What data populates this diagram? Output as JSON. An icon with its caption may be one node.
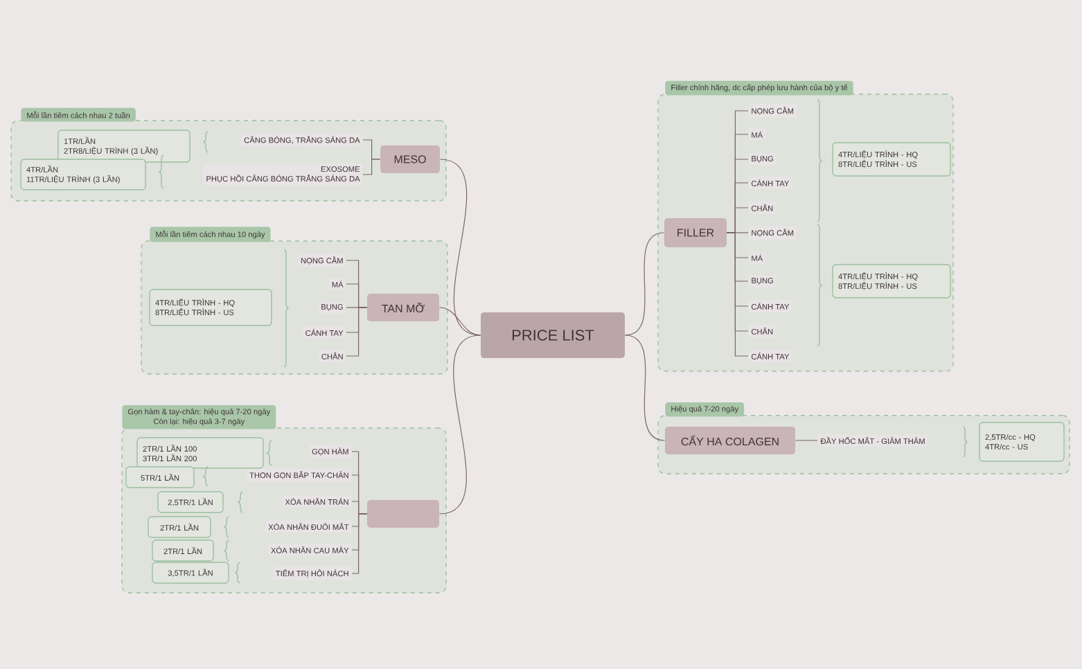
{
  "diagram": {
    "nodes": [
      {
        "text": [
          "PRICE LIST"
        ]
      },
      {
        "text": [
          "Mỗi lần tiêm cách nhau 2 tuần"
        ]
      },
      {
        "text": [
          "MESO"
        ],
        "in": 1
      },
      {
        "text": [
          "CĂNG BÓNG, TRẮNG SÁNG DA"
        ],
        "in": 1
      },
      {
        "text": [
          "EXOSOME",
          "PHỤC HỒI CĂNG BÓNG TRẮNG SÁNG DA"
        ],
        "in": 1
      },
      {
        "text": [
          "1TR/LẦN",
          "2TR8/LIỆU TRÌNH (3 LẦN)"
        ],
        "in": 1
      },
      {
        "text": [
          "4TR/LẦN",
          "11TR/LIỆU TRÌNH (3 LẦN)"
        ],
        "in": 1
      },
      {
        "text": [
          "Mỗi lần tiêm cách nhau 10 ngày"
        ]
      },
      {
        "text": [
          "TAN MỠ"
        ],
        "in": 7
      },
      {
        "text": [
          "NỌNG CẰM"
        ],
        "in": 7
      },
      {
        "text": [
          "MÁ"
        ],
        "in": 7
      },
      {
        "text": [
          "BỤNG"
        ],
        "in": 7
      },
      {
        "text": [
          "CÁNH TAY"
        ],
        "in": 7
      },
      {
        "text": [
          "CHÂN"
        ],
        "in": 7
      },
      {
        "text": [
          "4TR/LIỆU TRÌNH - HQ",
          "8TR/LIỆU TRÌNH - US"
        ],
        "in": 7
      },
      {
        "text": [
          "Gọn hàm & tay-chân: hiệu quả 7-20 ngày",
          "Còn lại: hiệu quả 3-7 ngày"
        ]
      },
      {
        "text": [],
        "shape": "box",
        "in": 15
      },
      {
        "text": [
          "GỌN HÀM"
        ],
        "in": 15
      },
      {
        "text": [
          "THON GỌN BẮP TAY-CHÂN"
        ],
        "in": 15
      },
      {
        "text": [
          "XÓA NHĂN TRÁN"
        ],
        "in": 15
      },
      {
        "text": [
          "XÓA NHĂN ĐUÔI MẮT"
        ],
        "in": 15
      },
      {
        "text": [
          "XÓA NHĂN CAU MÀY"
        ],
        "in": 15
      },
      {
        "text": [
          "TIÊM TRỊ HÔI NÁCH"
        ],
        "in": 15
      },
      {
        "text": [
          "2TR/1 LẦN 100",
          "3TR/1 LẦN 200"
        ],
        "in": 15
      },
      {
        "text": [
          "5TR/1 LẦN"
        ],
        "in": 15
      },
      {
        "text": [
          "2,5TR/1 LẦN"
        ],
        "in": 15
      },
      {
        "text": [
          "2TR/1 LẦN"
        ],
        "in": 15
      },
      {
        "text": [
          "2TR/1 LẦN"
        ],
        "in": 15
      },
      {
        "text": [
          "3,5TR/1 LẦN"
        ],
        "in": 15
      },
      {
        "text": [
          "Filler chính hãng, dc cấp phép lưu hành của bộ y tế"
        ]
      },
      {
        "text": [
          "FILLER"
        ],
        "in": 29
      },
      {
        "text": [
          "NỌNG CẰM"
        ],
        "in": 29
      },
      {
        "text": [
          "MÁ"
        ],
        "in": 29
      },
      {
        "text": [
          "BỤNG"
        ],
        "in": 29
      },
      {
        "text": [
          "CÁNH TAY"
        ],
        "in": 29
      },
      {
        "text": [
          "CHÂN"
        ],
        "in": 29
      },
      {
        "text": [
          "NỌNG CẰM"
        ],
        "in": 29
      },
      {
        "text": [
          "MÁ"
        ],
        "in": 29
      },
      {
        "text": [
          "BỤNG"
        ],
        "in": 29
      },
      {
        "text": [
          "CÁNH TAY"
        ],
        "in": 29
      },
      {
        "text": [
          "CHÂN"
        ],
        "in": 29
      },
      {
        "text": [
          "CÁNH TAY"
        ],
        "in": 29
      },
      {
        "text": [
          "4TR/LIỆU TRÌNH - HQ",
          "8TR/LIỆU TRÌNH - US"
        ],
        "in": 29
      },
      {
        "text": [
          "4TR/LIỆU TRÌNH - HQ",
          "8TR/LIỆU TRÌNH - US"
        ],
        "in": 29
      },
      {
        "text": [
          "Hiệu quả 7-20 ngày"
        ]
      },
      {
        "text": [
          "CẤY HA COLAGEN"
        ],
        "in": 44
      },
      {
        "text": [
          "ĐẦY HỐC MẮT - GIẢM THÂM"
        ],
        "in": 44
      },
      {
        "text": [
          "2,5TR/cc - HQ",
          "4TR/cc - US"
        ],
        "in": 44
      }
    ],
    "edges": [
      {
        "from": 0,
        "to": 2,
        "arrow": "none"
      },
      {
        "from": 0,
        "to": 8,
        "arrow": "none"
      },
      {
        "from": 0,
        "to": 16,
        "arrow": "none"
      },
      {
        "from": 0,
        "to": 30,
        "arrow": "none"
      },
      {
        "from": 0,
        "to": 45,
        "arrow": "none"
      },
      {
        "from": 2,
        "to": 3,
        "arrow": "none"
      },
      {
        "from": 2,
        "to": 4,
        "arrow": "none"
      },
      {
        "from": 8,
        "to": 9,
        "arrow": "none"
      },
      {
        "from": 8,
        "to": 10,
        "arrow": "none"
      },
      {
        "from": 8,
        "to": 11,
        "arrow": "none"
      },
      {
        "from": 8,
        "to": 12,
        "arrow": "none"
      },
      {
        "from": 8,
        "to": 13,
        "arrow": "none"
      },
      {
        "from": 16,
        "to": 17,
        "arrow": "none"
      },
      {
        "from": 16,
        "to": 18,
        "arrow": "none"
      },
      {
        "from": 16,
        "to": 19,
        "arrow": "none"
      },
      {
        "from": 16,
        "to": 20,
        "arrow": "none"
      },
      {
        "from": 16,
        "to": 21,
        "arrow": "none"
      },
      {
        "from": 16,
        "to": 22,
        "arrow": "none"
      },
      {
        "from": 30,
        "to": 31,
        "arrow": "none"
      },
      {
        "from": 30,
        "to": 32,
        "arrow": "none"
      },
      {
        "from": 30,
        "to": 33,
        "arrow": "none"
      },
      {
        "from": 30,
        "to": 34,
        "arrow": "none"
      },
      {
        "from": 30,
        "to": 35,
        "arrow": "none"
      },
      {
        "from": 30,
        "to": 36,
        "arrow": "none"
      },
      {
        "from": 30,
        "to": 37,
        "arrow": "none"
      },
      {
        "from": 30,
        "to": 38,
        "arrow": "none"
      },
      {
        "from": 30,
        "to": 39,
        "arrow": "none"
      },
      {
        "from": 30,
        "to": 40,
        "arrow": "none"
      },
      {
        "from": 30,
        "to": 41,
        "arrow": "none"
      },
      {
        "from": 45,
        "to": 46,
        "arrow": "none"
      }
    ]
  }
}
